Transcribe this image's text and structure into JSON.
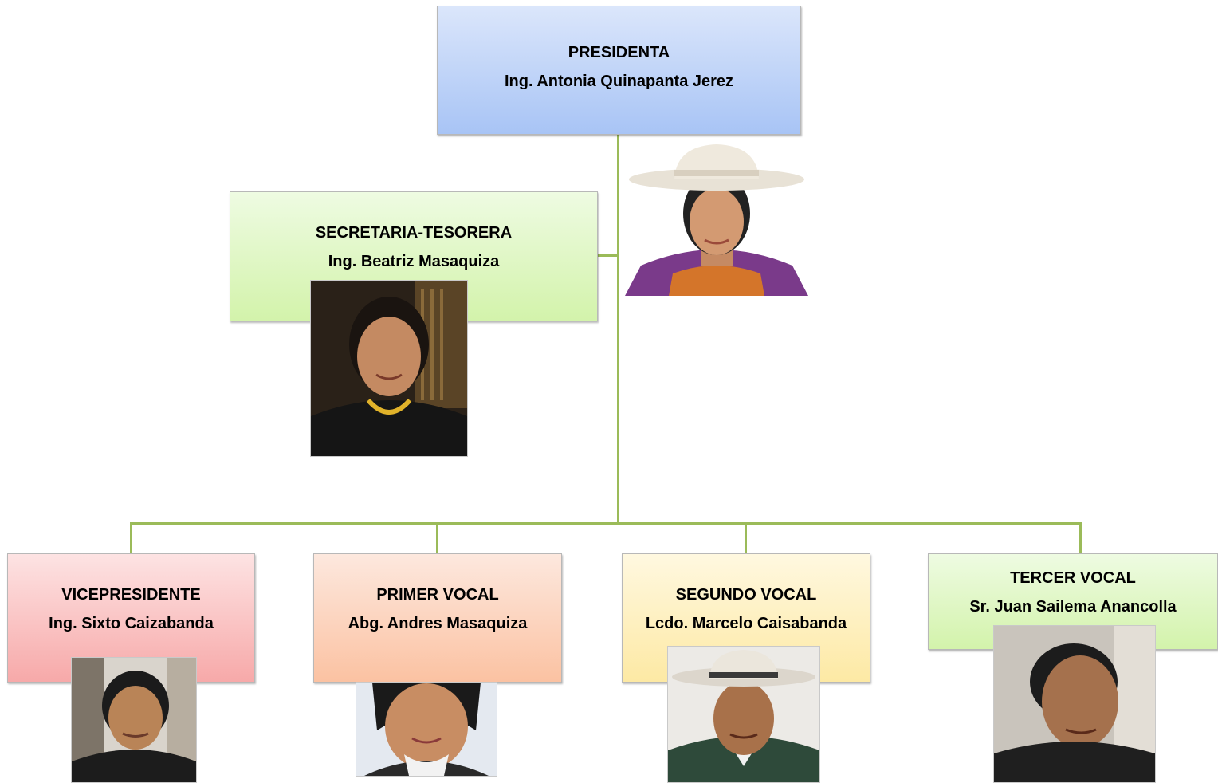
{
  "presidenta": {
    "role": "PRESIDENTA",
    "name": "Ing. Antonia Quinapanta Jerez"
  },
  "secretaria": {
    "role": "SECRETARIA-TESORERA",
    "name": "Ing. Beatriz Masaquiza"
  },
  "vicepresidente": {
    "role": "VICEPRESIDENTE",
    "name": "Ing. Sixto Caizabanda"
  },
  "primer_vocal": {
    "role": "PRIMER VOCAL",
    "name": "Abg. Andres Masaquiza"
  },
  "segundo_vocal": {
    "role": "SEGUNDO VOCAL",
    "name": "Lcdo. Marcelo Caisabanda"
  },
  "tercer_vocal": {
    "role": "TERCER VOCAL",
    "name": "Sr. Juan Sailema Anancolla"
  },
  "colors": {
    "connector": "#9bbb59",
    "blue": "#a8c4f5",
    "green": "#d3f3ab",
    "red": "#f7a9a9",
    "orange": "#fbc2a2",
    "yellow": "#fde9a4"
  }
}
